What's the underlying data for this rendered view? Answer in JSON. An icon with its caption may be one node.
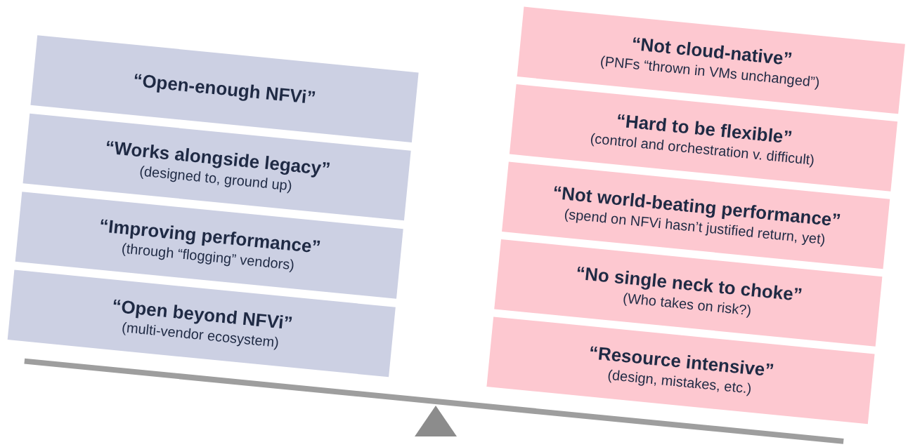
{
  "diagram": {
    "nodes": [
      {
        "text": [
          "“Open-enough NFVi”"
        ]
      },
      {
        "text": [
          "“Works alongside legacy”",
          "(designed to, ground up)"
        ]
      },
      {
        "text": [
          "“Improving performance”",
          "(through “flogging” vendors)"
        ]
      },
      {
        "text": [
          "“Open beyond NFVi”",
          "(multi-vendor ecosystem)"
        ]
      },
      {
        "text": [
          "“Not cloud-native”",
          "(PNFs “thrown in VMs unchanged”)"
        ]
      },
      {
        "text": [
          "“Hard to be flexible”",
          "(control and orchestration v. difficult)"
        ]
      },
      {
        "text": [
          "“Not world-beating performance”",
          "(spend on NFVi hasn’t justified return, yet)"
        ]
      },
      {
        "text": [
          "“No single neck to choke”",
          "(Who takes on risk?)"
        ]
      },
      {
        "text": [
          "“Resource intensive”",
          "(design, mistakes, etc.)"
        ]
      }
    ]
  }
}
